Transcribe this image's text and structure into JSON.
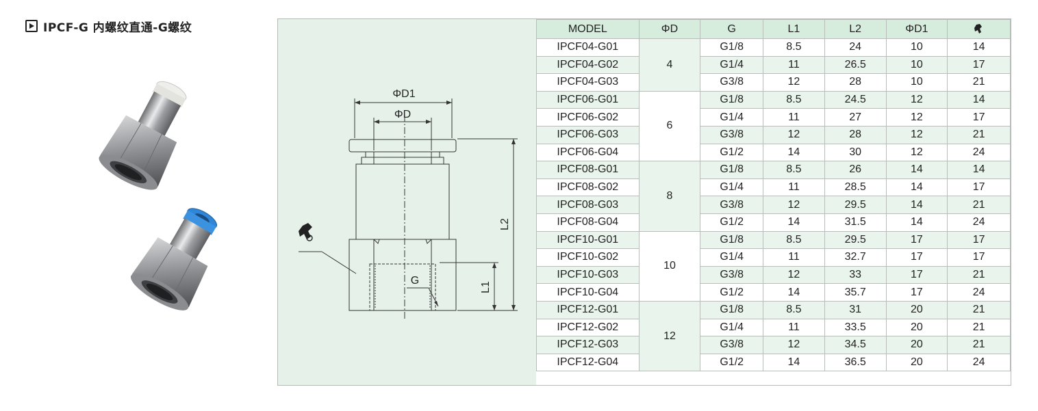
{
  "title": {
    "text": "IPCF-G 内螺纹直通-G螺纹",
    "icon": "play-icon"
  },
  "drawing": {
    "labels": {
      "phid1": "ΦD1",
      "phid": "ΦD",
      "l2": "L2",
      "l1": "L1",
      "g": "G"
    },
    "wrench_icon": "wrench-icon"
  },
  "table": {
    "headers": [
      "MODEL",
      "ΦD",
      "G",
      "L1",
      "L2",
      "ΦD1"
    ],
    "wrench_header_icon": "wrench-icon",
    "groups": [
      {
        "phid": "4",
        "rows": [
          {
            "model": "IPCF04-G01",
            "g": "G1/8",
            "l1": "8.5",
            "l2": "24",
            "d1": "10",
            "s": "14"
          },
          {
            "model": "IPCF04-G02",
            "g": "G1/4",
            "l1": "11",
            "l2": "26.5",
            "d1": "10",
            "s": "17"
          },
          {
            "model": "IPCF04-G03",
            "g": "G3/8",
            "l1": "12",
            "l2": "28",
            "d1": "10",
            "s": "21"
          }
        ]
      },
      {
        "phid": "6",
        "rows": [
          {
            "model": "IPCF06-G01",
            "g": "G1/8",
            "l1": "8.5",
            "l2": "24.5",
            "d1": "12",
            "s": "14"
          },
          {
            "model": "IPCF06-G02",
            "g": "G1/4",
            "l1": "11",
            "l2": "27",
            "d1": "12",
            "s": "17"
          },
          {
            "model": "IPCF06-G03",
            "g": "G3/8",
            "l1": "12",
            "l2": "28",
            "d1": "12",
            "s": "21"
          },
          {
            "model": "IPCF06-G04",
            "g": "G1/2",
            "l1": "14",
            "l2": "30",
            "d1": "12",
            "s": "24"
          }
        ]
      },
      {
        "phid": "8",
        "rows": [
          {
            "model": "IPCF08-G01",
            "g": "G1/8",
            "l1": "8.5",
            "l2": "26",
            "d1": "14",
            "s": "14"
          },
          {
            "model": "IPCF08-G02",
            "g": "G1/4",
            "l1": "11",
            "l2": "28.5",
            "d1": "14",
            "s": "17"
          },
          {
            "model": "IPCF08-G03",
            "g": "G3/8",
            "l1": "12",
            "l2": "29.5",
            "d1": "14",
            "s": "21"
          },
          {
            "model": "IPCF08-G04",
            "g": "G1/2",
            "l1": "14",
            "l2": "31.5",
            "d1": "14",
            "s": "24"
          }
        ]
      },
      {
        "phid": "10",
        "rows": [
          {
            "model": "IPCF10-G01",
            "g": "G1/8",
            "l1": "8.5",
            "l2": "29.5",
            "d1": "17",
            "s": "17"
          },
          {
            "model": "IPCF10-G02",
            "g": "G1/4",
            "l1": "11",
            "l2": "32.7",
            "d1": "17",
            "s": "17"
          },
          {
            "model": "IPCF10-G03",
            "g": "G3/8",
            "l1": "12",
            "l2": "33",
            "d1": "17",
            "s": "21"
          },
          {
            "model": "IPCF10-G04",
            "g": "G1/2",
            "l1": "14",
            "l2": "35.7",
            "d1": "17",
            "s": "24"
          }
        ]
      },
      {
        "phid": "12",
        "rows": [
          {
            "model": "IPCF12-G01",
            "g": "G1/8",
            "l1": "8.5",
            "l2": "31",
            "d1": "20",
            "s": "21"
          },
          {
            "model": "IPCF12-G02",
            "g": "G1/4",
            "l1": "11",
            "l2": "33.5",
            "d1": "20",
            "s": "21"
          },
          {
            "model": "IPCF12-G03",
            "g": "G3/8",
            "l1": "12",
            "l2": "34.5",
            "d1": "20",
            "s": "21"
          },
          {
            "model": "IPCF12-G04",
            "g": "G1/2",
            "l1": "14",
            "l2": "36.5",
            "d1": "20",
            "s": "24"
          }
        ]
      }
    ]
  },
  "colors": {
    "header_bg": "#d6ecdc",
    "stripe": "#e9f4ec",
    "drawing_bg": "#e6f1e9",
    "border": "#b9bdb9",
    "collar_blue": "#2f86d8"
  }
}
